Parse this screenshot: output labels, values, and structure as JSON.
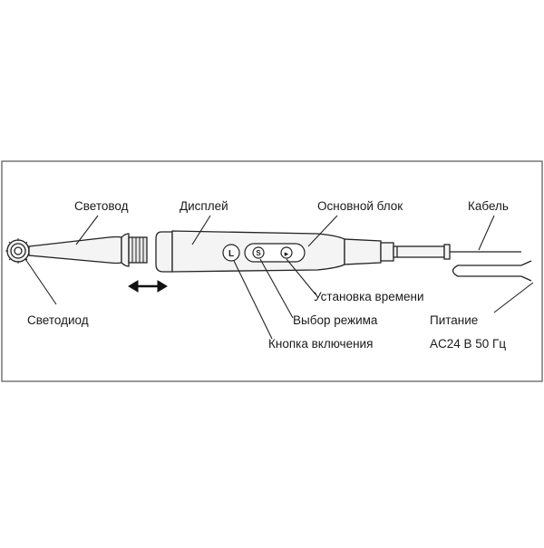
{
  "labels": {
    "light_guide": "Световод",
    "display": "Дисплей",
    "main_unit": "Основной блок",
    "cable": "Кабель",
    "led": "Светодиод",
    "time_setting": "Установка времени",
    "mode_select": "Выбор режима",
    "power_button": "Кнопка включения",
    "power_supply_line1": "Питание",
    "power_supply_line2": "AC24 В 50 Гц"
  },
  "button_glyphs": {
    "power": "L",
    "mode": "S",
    "time": "▸"
  },
  "colors": {
    "line": "#222222",
    "frame": "#555555",
    "fill": "#f4f4f4"
  },
  "icons": {
    "arrow": "double-arrow-icon"
  }
}
